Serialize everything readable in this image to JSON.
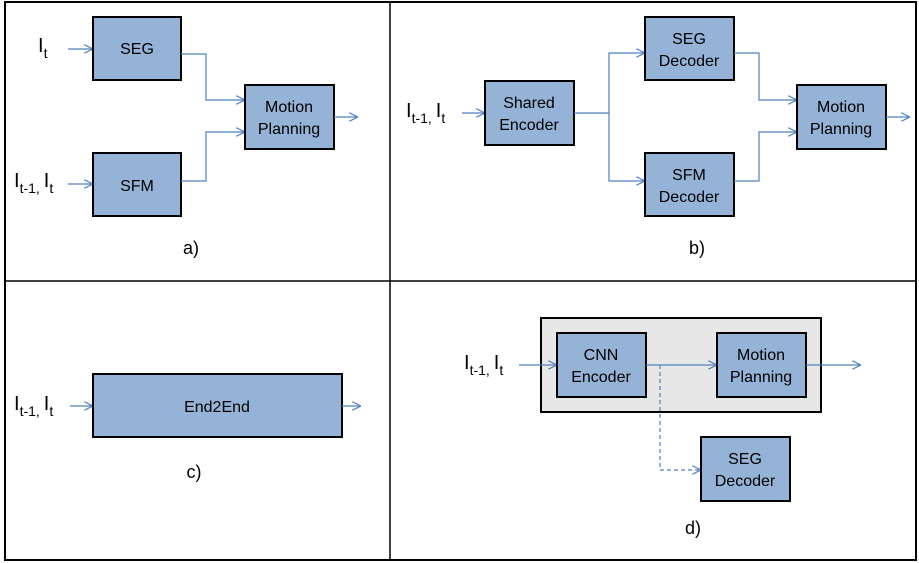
{
  "colors": {
    "box_fill": "#95b3d7",
    "arrow": "#4f81bd",
    "frame_fill": "#e7e7e7",
    "border": "#000000"
  },
  "panels": {
    "a": {
      "caption": "a)",
      "input_top": {
        "base": "I",
        "sub": "t"
      },
      "input_bottom": {
        "base1": "I",
        "sub1": "t-1,",
        "base2": "I",
        "sub2": "t"
      },
      "seg": "SEG",
      "sfm": "SFM",
      "motion": [
        "Motion",
        "Planning"
      ]
    },
    "b": {
      "caption": "b)",
      "input": {
        "base1": "I",
        "sub1": "t-1,",
        "base2": "I",
        "sub2": "t"
      },
      "shared": [
        "Shared",
        "Encoder"
      ],
      "seg_decoder": [
        "SEG",
        "Decoder"
      ],
      "sfm_decoder": [
        "SFM",
        "Decoder"
      ],
      "motion": [
        "Motion",
        "Planning"
      ]
    },
    "c": {
      "caption": "c)",
      "input": {
        "base1": "I",
        "sub1": "t-1,",
        "base2": "I",
        "sub2": "t"
      },
      "end2end": "End2End"
    },
    "d": {
      "caption": "d)",
      "input": {
        "base1": "I",
        "sub1": "t-1,",
        "base2": "I",
        "sub2": "t"
      },
      "cnn": [
        "CNN",
        "Encoder"
      ],
      "motion": [
        "Motion",
        "Planning"
      ],
      "seg_decoder": [
        "SEG",
        "Decoder"
      ]
    }
  }
}
